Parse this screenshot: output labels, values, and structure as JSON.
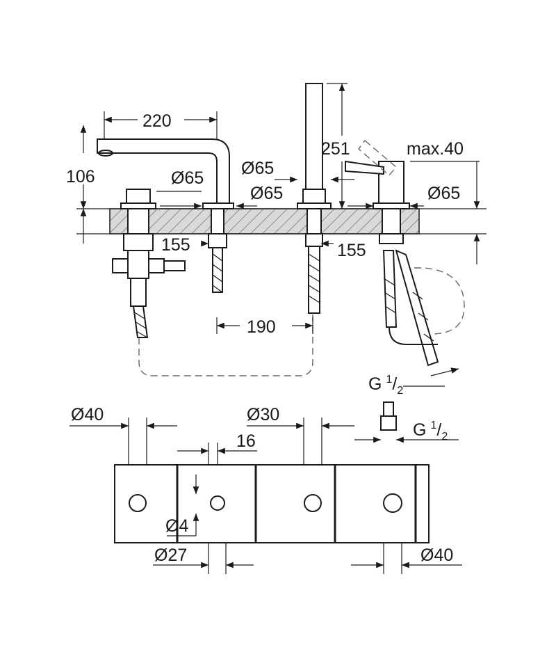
{
  "labels": {
    "spout_reach": "220",
    "spout_height": "106",
    "d65_a": "Ø65",
    "d65_b": "Ø65",
    "d65_c": "Ø65",
    "d65_d": "Ø65",
    "shower_height": "251",
    "max": "max.40",
    "c155_left": "155",
    "c155_right": "155",
    "c190": "190",
    "g_half_1": "G",
    "g_half_2": "G",
    "frac_1": "1",
    "frac_2": "2",
    "d40_left": "Ø40",
    "d30": "Ø30",
    "w16": "16",
    "d4": "Ø4",
    "d27": "Ø27",
    "d40_right": "Ø40"
  },
  "colors": {
    "line": "#1a1a1a",
    "hatch": "#8c8c8c",
    "panel": "#b5b5b5",
    "dashed": "#666666"
  }
}
